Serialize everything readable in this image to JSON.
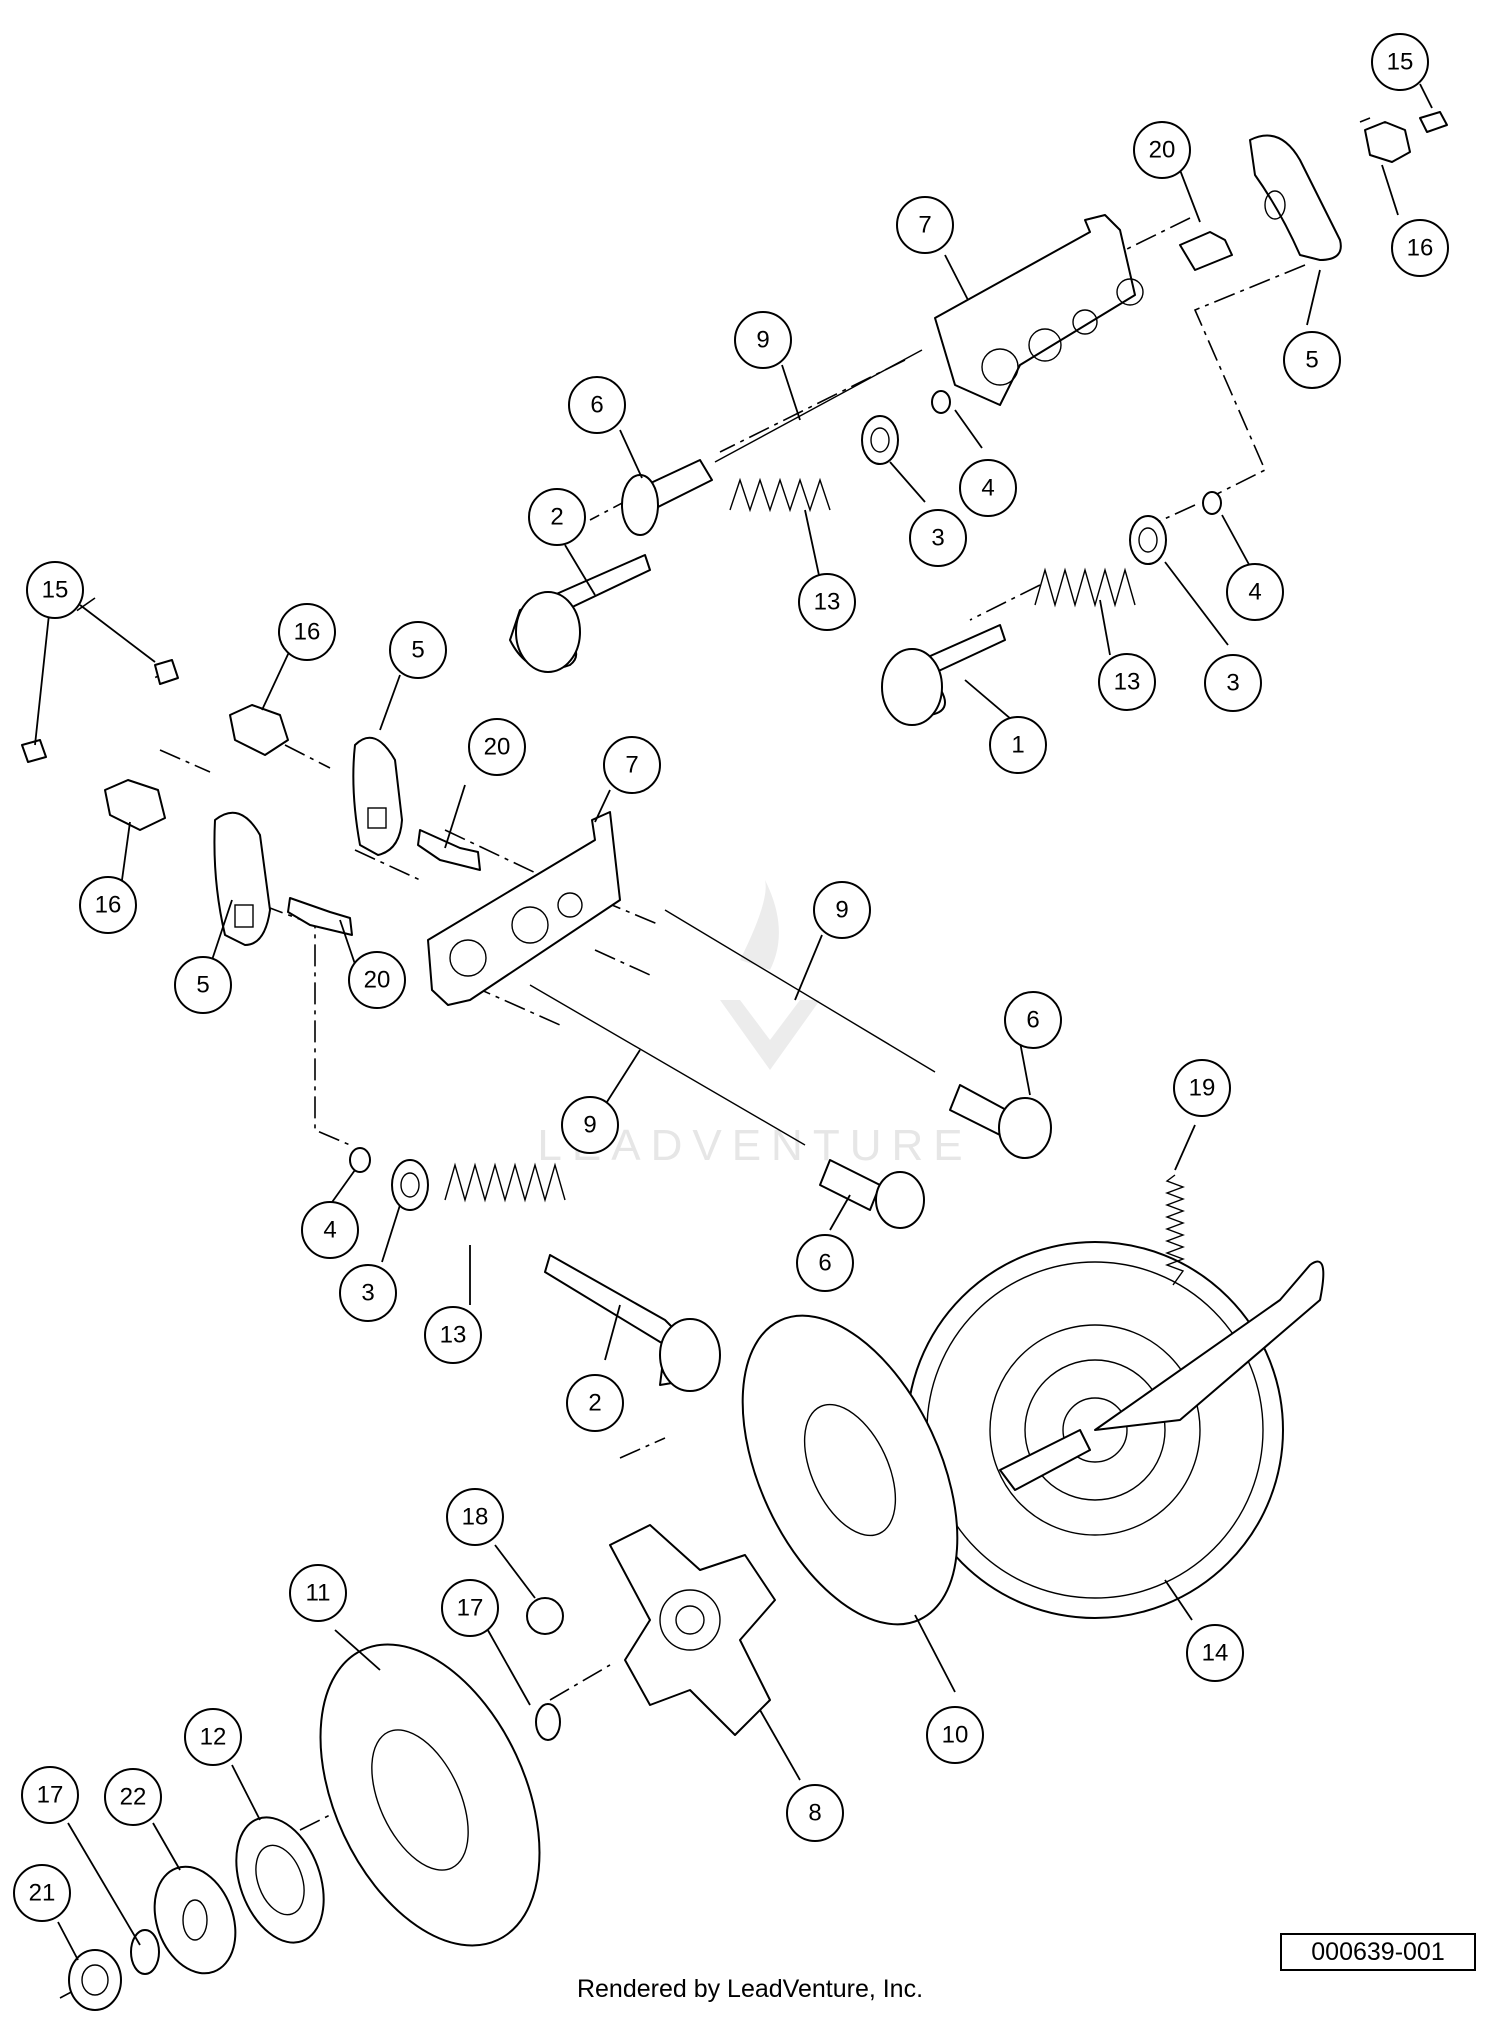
{
  "figure_id": "000639-001",
  "credit": "Rendered by LeadVenture, Inc.",
  "watermark": "LEADVENTURE",
  "callouts": [
    {
      "id": "c-15a",
      "label": "15"
    },
    {
      "id": "c-20a",
      "label": "20"
    },
    {
      "id": "c-7a",
      "label": "7"
    },
    {
      "id": "c-16a",
      "label": "16"
    },
    {
      "id": "c-9a",
      "label": "9"
    },
    {
      "id": "c-6a",
      "label": "6"
    },
    {
      "id": "c-5a",
      "label": "5"
    },
    {
      "id": "c-4a",
      "label": "4"
    },
    {
      "id": "c-2a",
      "label": "2"
    },
    {
      "id": "c-3a",
      "label": "3"
    },
    {
      "id": "c-4b",
      "label": "4"
    },
    {
      "id": "c-13a",
      "label": "13"
    },
    {
      "id": "c-3b",
      "label": "3"
    },
    {
      "id": "c-13b",
      "label": "13"
    },
    {
      "id": "c-1",
      "label": "1"
    },
    {
      "id": "c-15b",
      "label": "15"
    },
    {
      "id": "c-16b",
      "label": "16"
    },
    {
      "id": "c-5b",
      "label": "5"
    },
    {
      "id": "c-20b",
      "label": "20"
    },
    {
      "id": "c-7b",
      "label": "7"
    },
    {
      "id": "c-16c",
      "label": "16"
    },
    {
      "id": "c-9b",
      "label": "9"
    },
    {
      "id": "c-20c",
      "label": "20"
    },
    {
      "id": "c-5c",
      "label": "5"
    },
    {
      "id": "c-6b",
      "label": "6"
    },
    {
      "id": "c-9c",
      "label": "9"
    },
    {
      "id": "c-19",
      "label": "19"
    },
    {
      "id": "c-4c",
      "label": "4"
    },
    {
      "id": "c-6c",
      "label": "6"
    },
    {
      "id": "c-3c",
      "label": "3"
    },
    {
      "id": "c-13c",
      "label": "13"
    },
    {
      "id": "c-2b",
      "label": "2"
    },
    {
      "id": "c-18",
      "label": "18"
    },
    {
      "id": "c-11",
      "label": "11"
    },
    {
      "id": "c-17a",
      "label": "17"
    },
    {
      "id": "c-14",
      "label": "14"
    },
    {
      "id": "c-10",
      "label": "10"
    },
    {
      "id": "c-12",
      "label": "12"
    },
    {
      "id": "c-17b",
      "label": "17"
    },
    {
      "id": "c-22",
      "label": "22"
    },
    {
      "id": "c-8",
      "label": "8"
    },
    {
      "id": "c-21",
      "label": "21"
    }
  ]
}
